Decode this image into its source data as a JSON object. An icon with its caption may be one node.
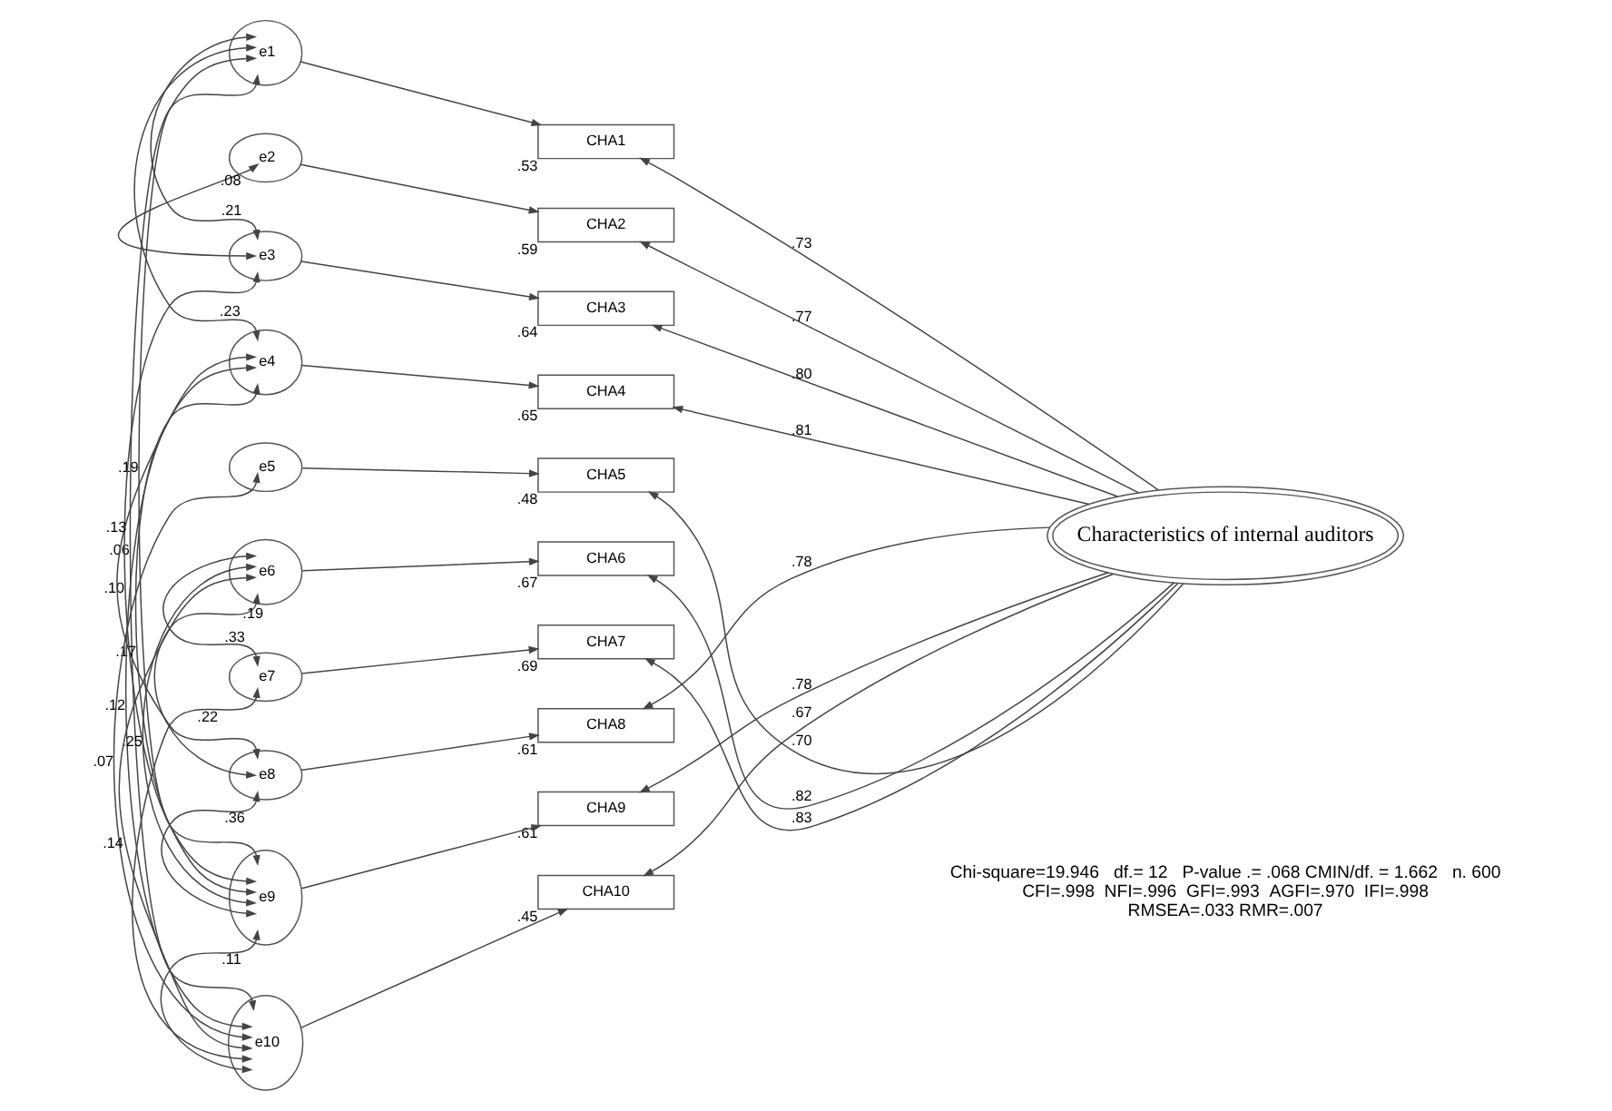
{
  "diagram": {
    "nodes": [
      {
        "text": [
          "e1"
        ]
      },
      {
        "text": [
          "e2"
        ]
      },
      {
        "text": [
          "e3"
        ]
      },
      {
        "text": [
          "e4"
        ]
      },
      {
        "text": [
          "e5"
        ]
      },
      {
        "text": [
          "e6"
        ]
      },
      {
        "text": [
          "e7"
        ]
      },
      {
        "text": [
          "e8"
        ]
      },
      {
        "text": [
          "e9"
        ]
      },
      {
        "text": [
          "e10"
        ]
      },
      {
        "text": [
          "CHA1"
        ],
        "beside": [
          ".53"
        ]
      },
      {
        "text": [
          "CHA2"
        ],
        "beside": [
          ".59"
        ]
      },
      {
        "text": [
          "CHA3"
        ],
        "beside": [
          ".64"
        ]
      },
      {
        "text": [
          "CHA4"
        ],
        "beside": [
          ".65"
        ]
      },
      {
        "text": [
          "CHA5"
        ],
        "beside": [
          ".48"
        ]
      },
      {
        "text": [
          "CHA6"
        ],
        "beside": [
          ".67"
        ]
      },
      {
        "text": [
          "CHA7"
        ],
        "beside": [
          ".69"
        ]
      },
      {
        "text": [
          "CHA8"
        ],
        "beside": [
          ".61"
        ]
      },
      {
        "text": [
          "CHA9"
        ],
        "beside": [
          ".61"
        ]
      },
      {
        "text": [
          "CHA10"
        ],
        "beside": [
          ".45"
        ]
      },
      {
        "text": [
          "Characteristics of internal auditors"
        ]
      }
    ],
    "edges": [
      {
        "from": 0,
        "to": 10,
        "arrow": "to"
      },
      {
        "from": 1,
        "to": 11,
        "arrow": "to"
      },
      {
        "from": 2,
        "to": 12,
        "arrow": "to"
      },
      {
        "from": 3,
        "to": 13,
        "arrow": "to"
      },
      {
        "from": 4,
        "to": 14,
        "arrow": "to"
      },
      {
        "from": 5,
        "to": 15,
        "arrow": "to"
      },
      {
        "from": 6,
        "to": 16,
        "arrow": "to"
      },
      {
        "from": 7,
        "to": 17,
        "arrow": "to"
      },
      {
        "from": 8,
        "to": 18,
        "arrow": "to"
      },
      {
        "from": 9,
        "to": 19,
        "arrow": "to"
      },
      {
        "from": 20,
        "to": 10,
        "arrow": "to",
        "label": ".73"
      },
      {
        "from": 20,
        "to": 11,
        "arrow": "to",
        "label": ".77"
      },
      {
        "from": 20,
        "to": 12,
        "arrow": "to",
        "label": ".80"
      },
      {
        "from": 20,
        "to": 13,
        "arrow": "to",
        "label": ".81"
      },
      {
        "from": 20,
        "to": 14,
        "arrow": "to",
        "label": ".70"
      },
      {
        "from": 20,
        "to": 15,
        "arrow": "to",
        "label": ".82"
      },
      {
        "from": 20,
        "to": 16,
        "arrow": "to",
        "label": ".83"
      },
      {
        "from": 20,
        "to": 17,
        "arrow": "to",
        "label": ".78"
      },
      {
        "from": 20,
        "to": 18,
        "arrow": "to",
        "label": ".78"
      },
      {
        "from": 20,
        "to": 19,
        "arrow": "to",
        "label": ".67"
      },
      {
        "from": 0,
        "to": 2,
        "arrow": "both",
        "label": ".21"
      },
      {
        "from": 0,
        "to": 3,
        "arrow": "both",
        "label": ".23"
      },
      {
        "from": 1,
        "to": 2,
        "arrow": "both",
        "label": ".08"
      },
      {
        "from": 0,
        "to": 8,
        "arrow": "both",
        "label": ".19"
      },
      {
        "from": 2,
        "to": 8,
        "arrow": "both",
        "label": ".10"
      },
      {
        "from": 3,
        "to": 7,
        "arrow": "both",
        "label": ".13"
      },
      {
        "from": 0,
        "to": 9,
        "arrow": "both",
        "label": ".06"
      },
      {
        "from": 3,
        "to": 9,
        "arrow": "both",
        "label": ".12"
      },
      {
        "from": 3,
        "to": 8,
        "arrow": "both",
        "label": ".17"
      },
      {
        "from": 5,
        "to": 6,
        "arrow": "both",
        "label": ".33"
      },
      {
        "from": 4,
        "to": 9,
        "arrow": "both",
        "label": ".07"
      },
      {
        "from": 5,
        "to": 8,
        "arrow": "both",
        "label": ".25"
      },
      {
        "from": 5,
        "to": 9,
        "arrow": "both",
        "label": ".14"
      },
      {
        "from": 6,
        "to": 9,
        "arrow": "both",
        "label": ".22"
      },
      {
        "from": 5,
        "to": 7,
        "arrow": "both",
        "label": ".19"
      },
      {
        "from": 7,
        "to": 8,
        "arrow": "both",
        "label": ".36"
      },
      {
        "from": 8,
        "to": 9,
        "arrow": "both",
        "label": ".11"
      }
    ],
    "labels": [
      "Chi-square=19.946   df.= 12   P-value .= .068 CMIN/df. = 1.662   n. 600",
      "CFI=.998  NFI=.996  GFI=.993  AGFI=.970  IFI=.998",
      "RMSEA=.033 RMR=.007"
    ]
  }
}
